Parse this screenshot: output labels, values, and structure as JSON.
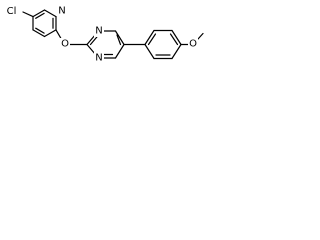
{
  "molecule": {
    "atoms": {
      "cl": "Cl",
      "n_pyridine": "N",
      "o_ether": "O",
      "n_pyrimidine_top": "N",
      "n_pyrimidine_bottom": "N",
      "o_methoxy": "O"
    }
  }
}
